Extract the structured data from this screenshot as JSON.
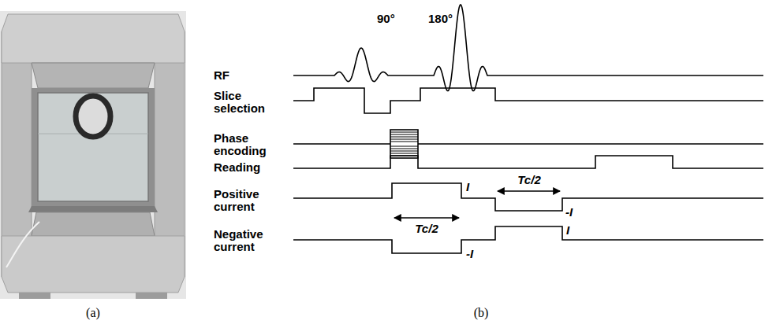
{
  "diagram": {
    "labels": [
      "90°",
      "180°",
      "RF",
      "Slice selection",
      "Phase encoding",
      "Reading",
      "Positive current",
      "Tc/2",
      "I",
      "-I",
      "Tc/2",
      "Negative current",
      "-I",
      "I",
      "(a)",
      "(b)"
    ]
  }
}
